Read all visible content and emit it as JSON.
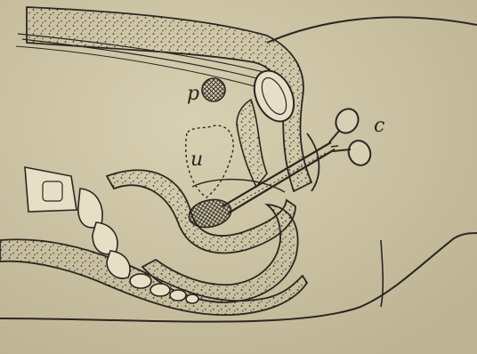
{
  "figure": {
    "labels": {
      "p": "p",
      "u": "u",
      "c": "c"
    },
    "colors": {
      "background": "#c9c0a3",
      "ink": "#2b2620",
      "highlight": "#e6dfc6"
    }
  }
}
